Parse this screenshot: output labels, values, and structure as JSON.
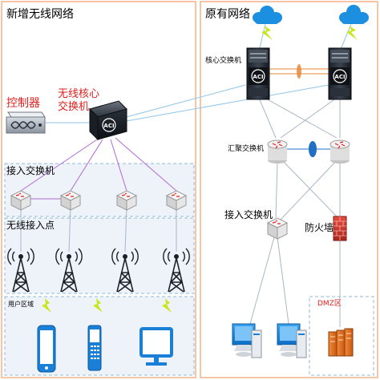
{
  "left_panel": {
    "title": "新增无线网络",
    "controller_label": "控制器",
    "core_switch_label_line1": "无线核心",
    "core_switch_label_line2": "交换机",
    "access_zone_label": "接入交换机",
    "ap_zone_label": "无线接入点",
    "user_zone_label": "用户区域"
  },
  "right_panel": {
    "title": "原有网络",
    "core_switch_label": "核心交换机",
    "aggregation_label": "汇聚交换机",
    "access_label": "接入交换机",
    "firewall_label": "防火墙",
    "dmz_label": "DMZ区"
  },
  "device_badges": {
    "aci": "ACI"
  },
  "colors": {
    "panel_border": "#f0b48a",
    "zone_border": "#8fb8d8",
    "zone_fill": "#eef3fa",
    "label_red": "#e0201e",
    "link_blue": "#8ec5e8",
    "link_purple": "#b06ad6",
    "link_gray": "#a9b6c6",
    "cloud": "#1d8fe0",
    "lightning": "#c9e51c"
  }
}
